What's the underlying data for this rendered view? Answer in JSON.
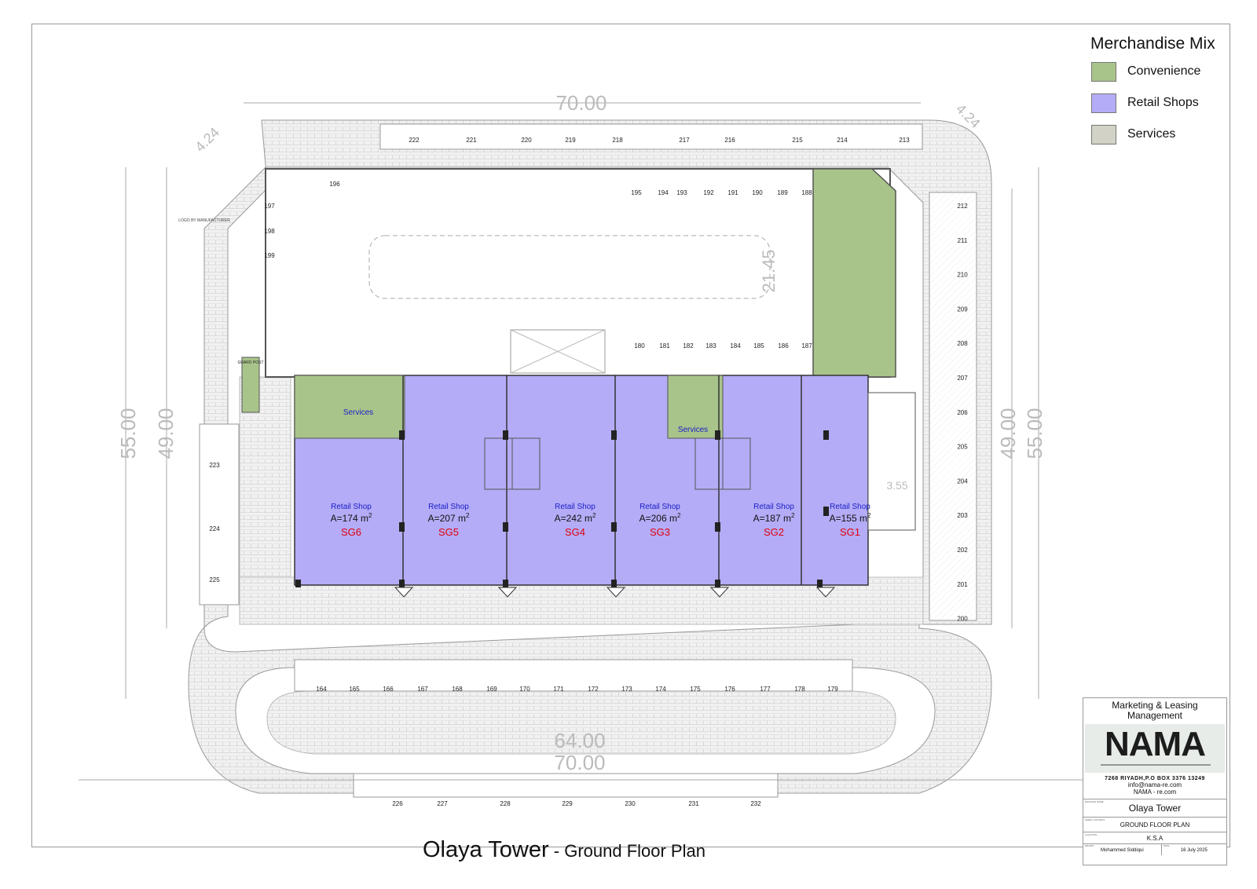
{
  "legend": {
    "title": "Merchandise Mix",
    "items": [
      {
        "label": "Convenience",
        "color": "#a9c48a"
      },
      {
        "label": "Retail Shops",
        "color": "#b4acf6"
      },
      {
        "label": "Services",
        "color": "#d2d2c6"
      }
    ]
  },
  "plan": {
    "title": "Olaya Tower",
    "subtitle": " - Ground Floor Plan",
    "dims": {
      "top": "70.00",
      "bottom_1": "64.00",
      "bottom_2": "70.00",
      "left_outer": "55.00",
      "left_inner": "49.00",
      "right_inner": "49.00",
      "right_outer": "55.00",
      "ramp": "21.45",
      "corner_tl": "4.24",
      "corner_tr": "4.24",
      "small": "3.55"
    },
    "shops": [
      {
        "heading": "Retail Shop",
        "area": "A=174 m",
        "code": "SG6"
      },
      {
        "heading": "Retail Shop",
        "area": "A=207 m",
        "code": "SG5"
      },
      {
        "heading": "Retail Shop",
        "area": "A=242 m",
        "code": "SG4"
      },
      {
        "heading": "Retail Shop",
        "area": "A=206 m",
        "code": "SG3"
      },
      {
        "heading": "Retail Shop",
        "area": "A=187 m",
        "code": "SG2"
      },
      {
        "heading": "Retail Shop",
        "area": "A=155 m",
        "code": "SG1"
      }
    ],
    "sq": "2",
    "services_labels": [
      "Services",
      "Services"
    ],
    "guard_post": "GUARD POST",
    "logo_note": "LOGO BY MANUFACTURER",
    "parking": {
      "top_row": [
        "222",
        "221",
        "220",
        "219",
        "218",
        "217",
        "216",
        "215",
        "214",
        "213"
      ],
      "inner_top": [
        "195",
        "194",
        "193",
        "192",
        "191",
        "190",
        "189",
        "188"
      ],
      "inner_bottom": [
        "180",
        "181",
        "182",
        "183",
        "184",
        "185",
        "186",
        "187"
      ],
      "left_inner": [
        "196",
        "197",
        "198",
        "199"
      ],
      "left_outer": [
        "223",
        "224",
        "225"
      ],
      "right_col": [
        "212",
        "211",
        "210",
        "209",
        "208",
        "207",
        "206",
        "205",
        "204",
        "203",
        "202",
        "201",
        "200"
      ],
      "front_row": [
        "164",
        "165",
        "166",
        "167",
        "168",
        "169",
        "170",
        "171",
        "172",
        "173",
        "174",
        "175",
        "176",
        "177",
        "178",
        "179"
      ],
      "bottom_row": [
        "226",
        "227",
        "228",
        "229",
        "230",
        "231",
        "232"
      ]
    }
  },
  "title_block": {
    "header": "Marketing & Leasing Management",
    "logo_text": "NAMA",
    "address": "7268 RIYADH,P.O BOX 3376 13249",
    "email": "info@nama-re.com",
    "web": "NAMA - re.com",
    "building_name": "Olaya Tower",
    "sheet_content": "GROUND FLOOR PLAN",
    "location": "K.S.A",
    "drawn_by": "Mohammed Siddiqui",
    "date": "16 July 2025",
    "small_labels": {
      "building": "BUILDING NAME",
      "sheet": "SHEET CONTENT",
      "location": "LOCATION",
      "drawn": "DRAWN",
      "date": "DATE"
    }
  }
}
